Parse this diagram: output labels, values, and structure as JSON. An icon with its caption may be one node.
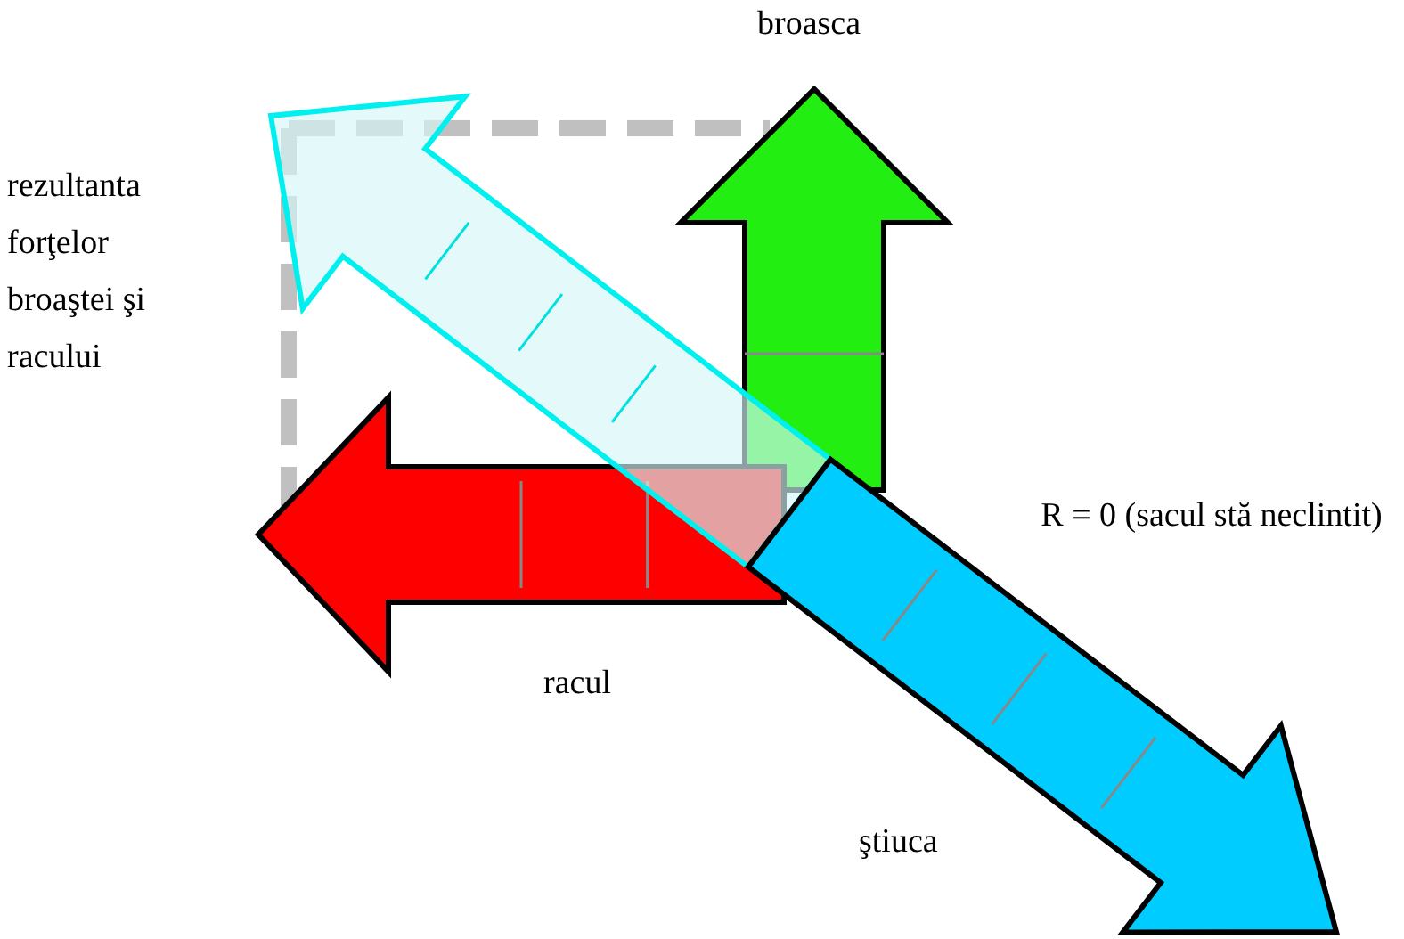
{
  "diagram": {
    "labels": [
      "broasca",
      "rezultanta forţelor broaştei şi racului",
      "R = 0 (sacul stă neclintit)",
      "racul",
      "ştiuca"
    ]
  }
}
